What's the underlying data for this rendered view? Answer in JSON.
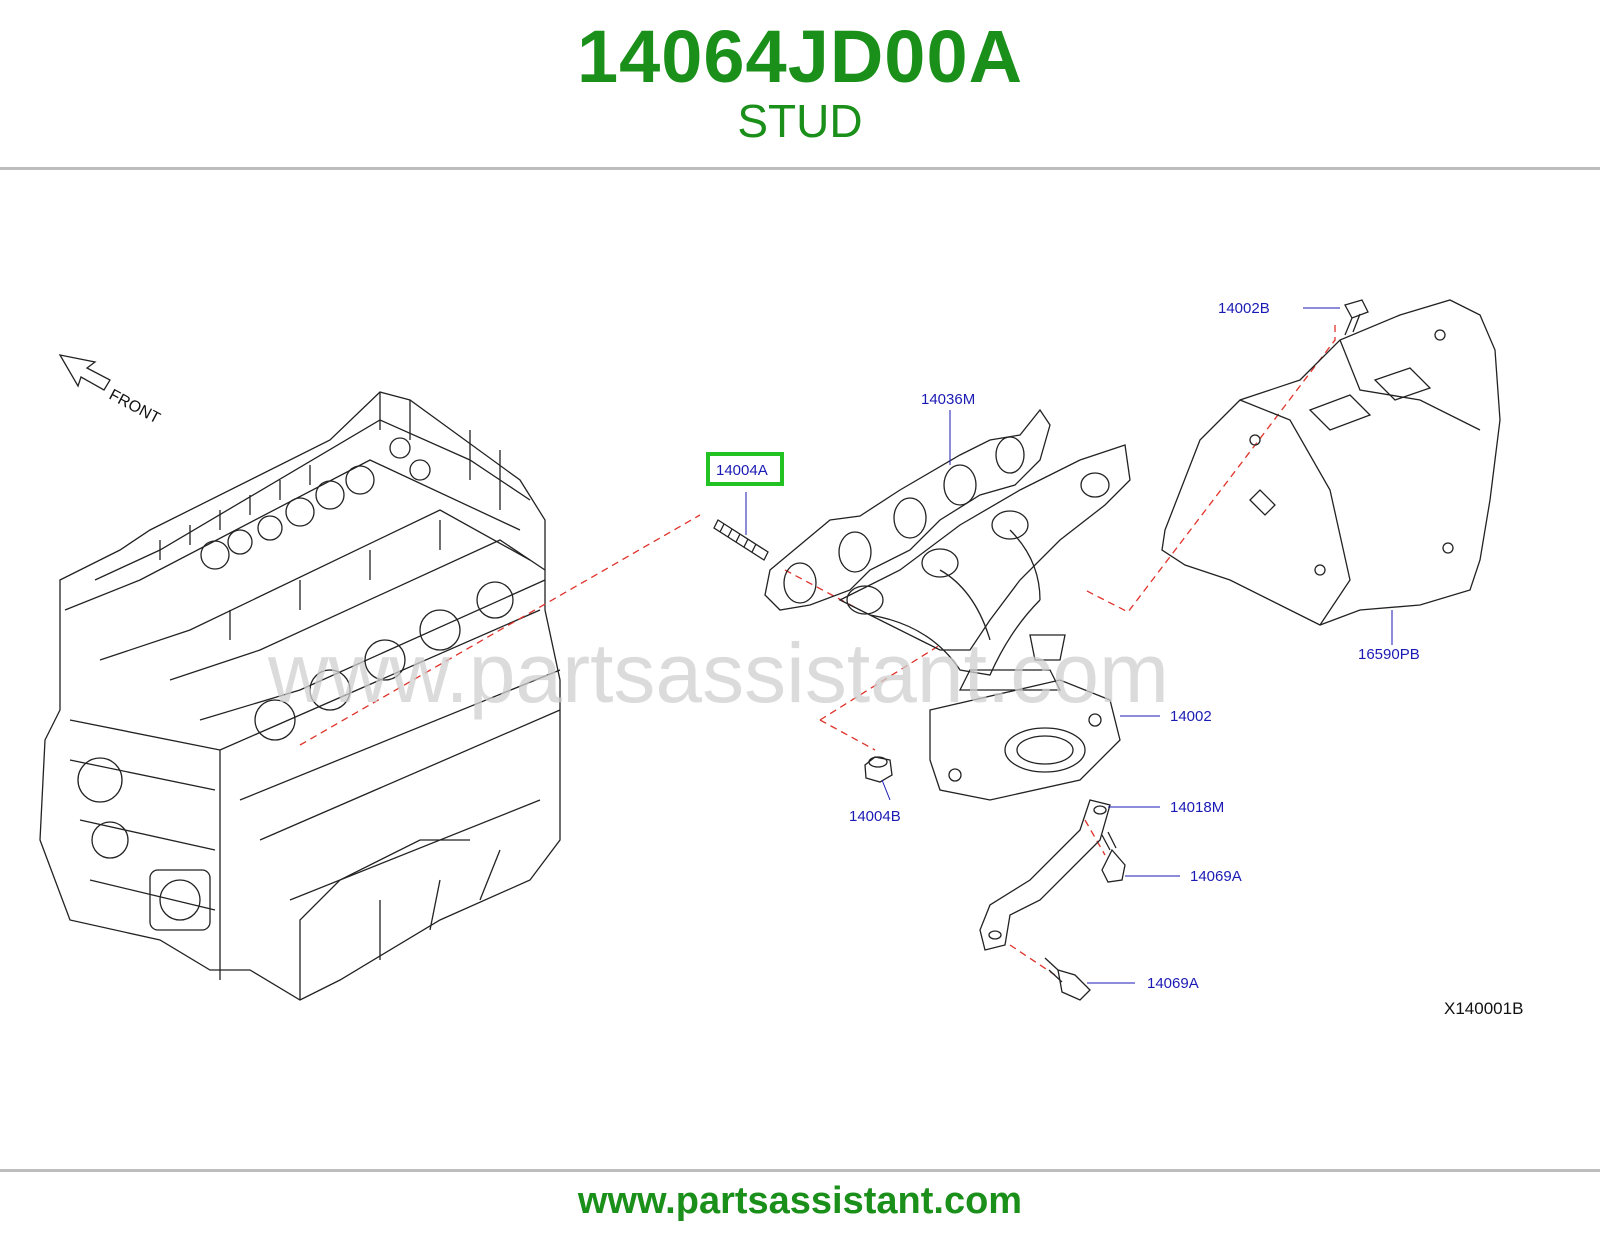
{
  "header": {
    "part_number": "14064JD00A",
    "description": "STUD"
  },
  "diagram": {
    "watermark": "www.partsassistant.com",
    "front_label": "FRONT",
    "reference_code": "X140001B",
    "highlighted_callout": "14004A",
    "highlight_color": "#22c222",
    "callouts": {
      "c14002B": "14002B",
      "c14036M": "14036M",
      "c14004A": "14004A",
      "c16590PB": "16590PB",
      "c14002": "14002",
      "c14004B": "14004B",
      "c14018M": "14018M",
      "c14069A_upper": "14069A",
      "c14069A_lower": "14069A"
    }
  },
  "footer": {
    "url": "www.partsassistant.com"
  },
  "colors": {
    "brand_green": "#1a8f1a",
    "callout_blue": "#1a1ab4",
    "dash_red": "#e0322a"
  }
}
